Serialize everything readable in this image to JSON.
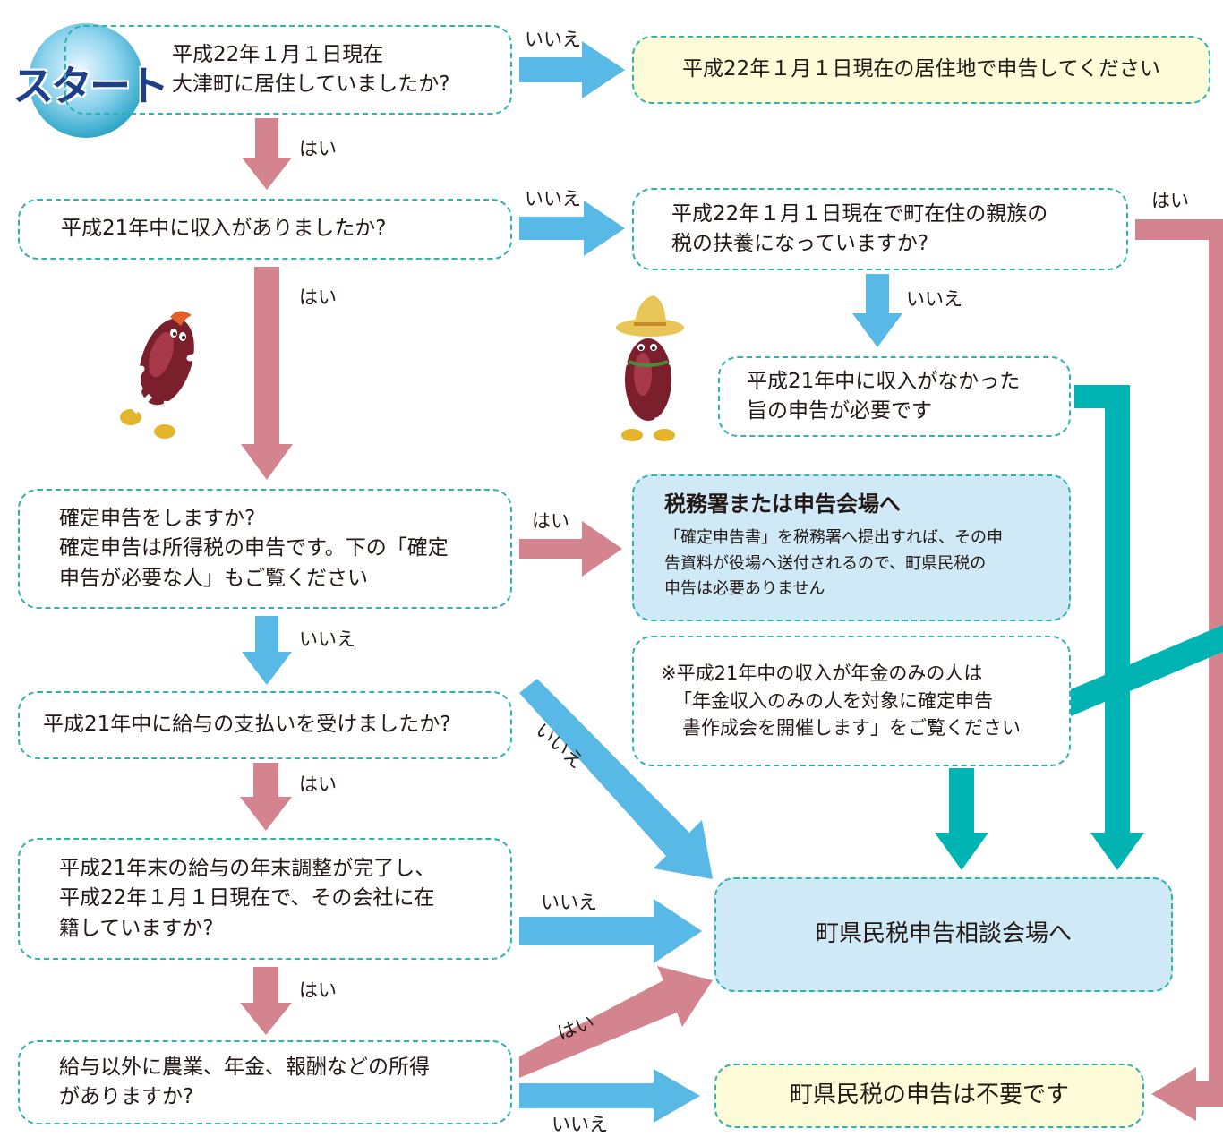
{
  "start": {
    "label": "スタート"
  },
  "boxes": {
    "q1": {
      "lines": [
        "平成22年１月１日現在",
        "大津町に居住していましたか?"
      ]
    },
    "r1": {
      "lines": [
        "平成22年１月１日現在の居住地で申告してください"
      ]
    },
    "q2": {
      "lines": [
        "平成21年中に収入がありましたか?"
      ]
    },
    "q2b": {
      "lines": [
        "平成22年１月１日現在で町在住の親族の",
        "税の扶養になっていますか?"
      ]
    },
    "r2": {
      "lines": [
        "平成21年中に収入がなかった",
        "旨の申告が必要です"
      ]
    },
    "q3": {
      "lines": [
        "確定申告をしますか?",
        "確定申告は所得税の申告です。下の「確定",
        "申告が必要な人」もご覧ください"
      ]
    },
    "r3": {
      "title": "税務署または申告会場へ",
      "lines": [
        "「確定申告書」を税務署へ提出すれば、その申",
        "告資料が役場へ送付されるので、町県民税の",
        "申告は必要ありません"
      ]
    },
    "note": {
      "lines": [
        "※平成21年中の収入が年金のみの人は",
        "「年金収入のみの人を対象に確定申告",
        "書作成会を開催します」をご覧ください"
      ]
    },
    "q4": {
      "lines": [
        "平成21年中に給与の支払いを受けましたか?"
      ]
    },
    "q5": {
      "lines": [
        "平成21年末の給与の年末調整が完了し、",
        "平成22年１月１日現在で、その会社に在",
        "籍していますか?"
      ]
    },
    "q6": {
      "lines": [
        "給与以外に農業、年金、報酬などの所得",
        "がありますか?"
      ]
    },
    "consult": {
      "lines": [
        "町県民税申告相談会場へ"
      ]
    },
    "notreq": {
      "lines": [
        "町県民税の申告は不要です"
      ]
    }
  },
  "labels": {
    "yes": "はい",
    "no": "いいえ"
  },
  "colors": {
    "border": "#2fb3b0",
    "yes_arrow": "#d4848f",
    "no_arrow": "#58b8e6",
    "teal_arrow": "#00b4b4",
    "yellow_box": "#fdfbd8",
    "blue_box": "#cfe9f6",
    "start_text": "#1d3f8a"
  },
  "illustrations": [
    "sweet-potato-mascot-running",
    "sweet-potato-mascot-straw-hat"
  ]
}
